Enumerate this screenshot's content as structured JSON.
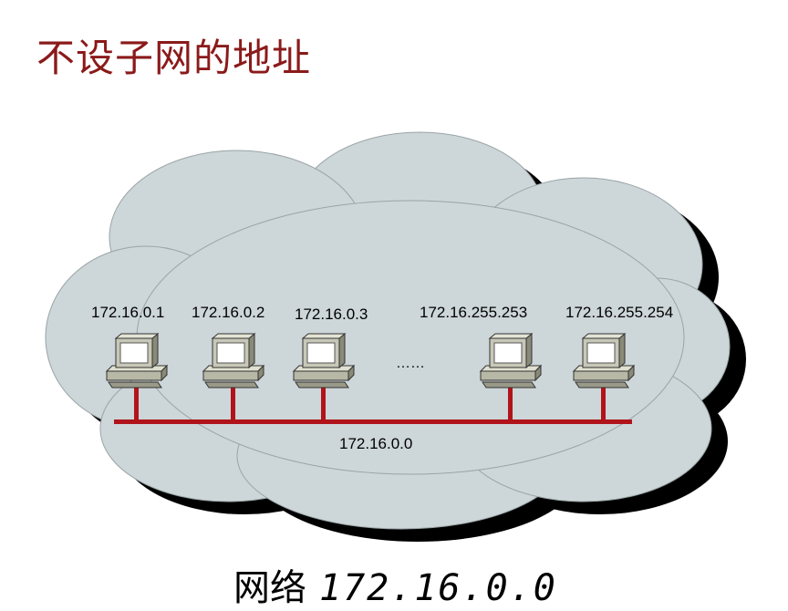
{
  "title": "不设子网的地址",
  "hosts": [
    {
      "label": "172.16.0.1"
    },
    {
      "label": "172.16.0.2"
    },
    {
      "label": "172.16.0.3"
    },
    {
      "label": "172.16.255.253"
    },
    {
      "label": "172.16.255.254"
    }
  ],
  "ellipsis": "……",
  "bus_label": "172.16.0.0",
  "caption": {
    "prefix": "网络",
    "address": "172.16.0.0"
  },
  "colors": {
    "title": "#8b1a1a",
    "cloud_fill": "#cdd6d8",
    "cloud_shadow": "#000000",
    "bus": "#b0141a",
    "computer_body": "#c8c8b8",
    "screen": "#ffffff"
  },
  "icons": [
    "cloud-icon",
    "computer-icon"
  ]
}
